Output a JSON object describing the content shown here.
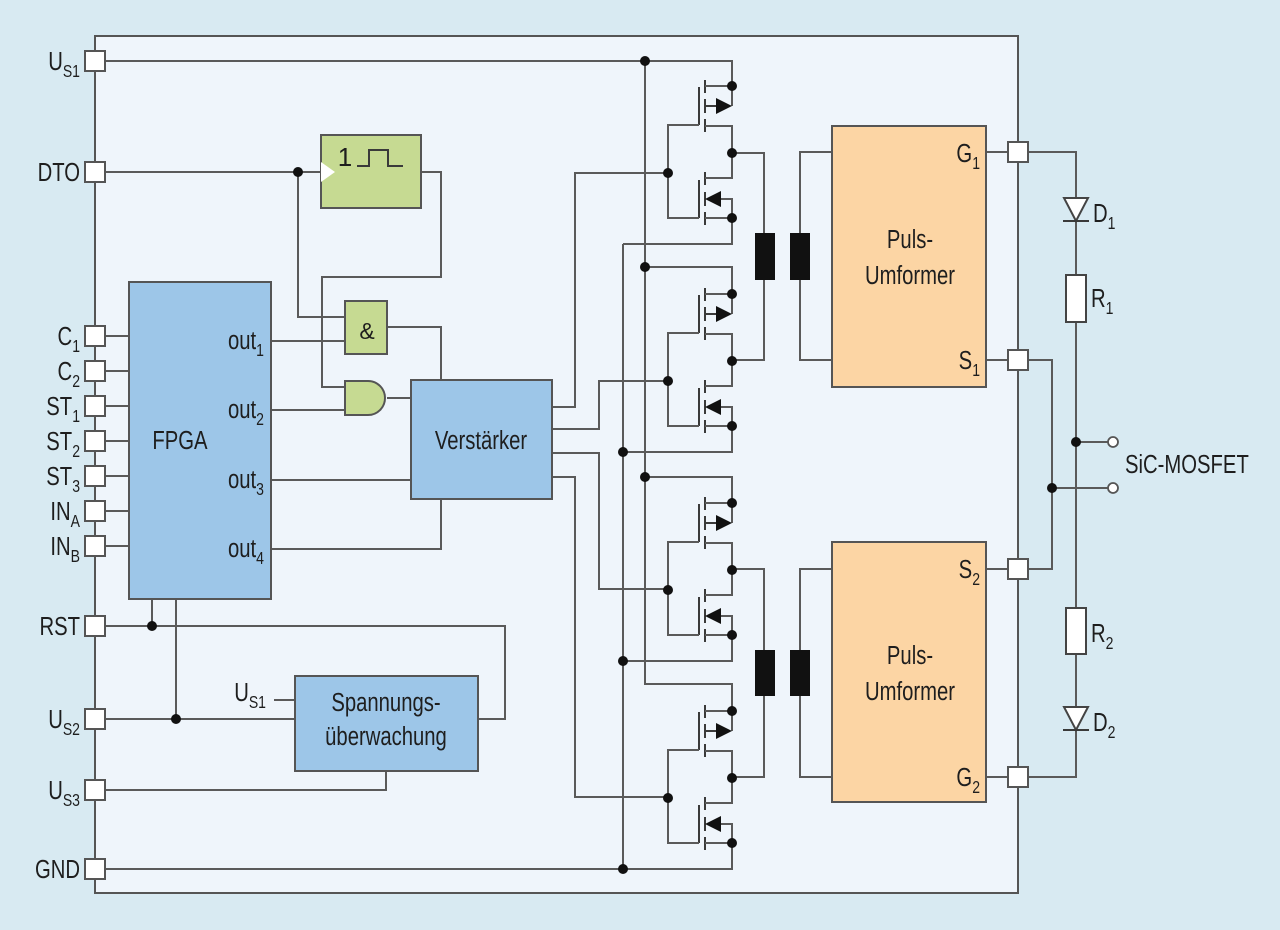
{
  "pins_left": [
    {
      "main": "U",
      "sub": "S1"
    },
    {
      "main": "DTO"
    },
    {
      "main": "C",
      "sub": "1"
    },
    {
      "main": "C",
      "sub": "2"
    },
    {
      "main": "ST",
      "sub": "1"
    },
    {
      "main": "ST",
      "sub": "2"
    },
    {
      "main": "ST",
      "sub": "3"
    },
    {
      "main": "IN",
      "sub": "A"
    },
    {
      "main": "IN",
      "sub": "B"
    },
    {
      "main": "RST"
    },
    {
      "main": "U",
      "sub": "S2"
    },
    {
      "main": "U",
      "sub": "S3"
    },
    {
      "main": "GND"
    }
  ],
  "fpga": {
    "label": "FPGA",
    "outputs": [
      {
        "main": "out",
        "sub": "1"
      },
      {
        "main": "out",
        "sub": "2"
      },
      {
        "main": "out",
        "sub": "3"
      },
      {
        "main": "out",
        "sub": "4"
      }
    ]
  },
  "monoflop": {
    "label": "1"
  },
  "and_gate": {
    "label": "&"
  },
  "amplifier": {
    "label": "Verstärker"
  },
  "voltage_monitor": {
    "line1": "Spannungs-",
    "line2": "überwachung",
    "input": {
      "main": "U",
      "sub": "S1"
    }
  },
  "pulse_transformers": [
    {
      "line1": "Puls-",
      "line2": "Umformer",
      "pins": [
        {
          "main": "G",
          "sub": "1"
        },
        {
          "main": "S",
          "sub": "1"
        }
      ]
    },
    {
      "line1": "Puls-",
      "line2": "Umformer",
      "pins": [
        {
          "main": "S",
          "sub": "2"
        },
        {
          "main": "G",
          "sub": "2"
        }
      ]
    }
  ],
  "output_network": {
    "d1": {
      "main": "D",
      "sub": "1"
    },
    "r1": {
      "main": "R",
      "sub": "1"
    },
    "r2": {
      "main": "R",
      "sub": "2"
    },
    "d2": {
      "main": "D",
      "sub": "2"
    },
    "load": "SiC-MOSFET"
  },
  "colors": {
    "background": "#d8eaf2",
    "panel": "#eff5fb",
    "logic_block": "#9dc6e8",
    "gate_block": "#c6da92",
    "transformer_block": "#fcd5a4"
  }
}
